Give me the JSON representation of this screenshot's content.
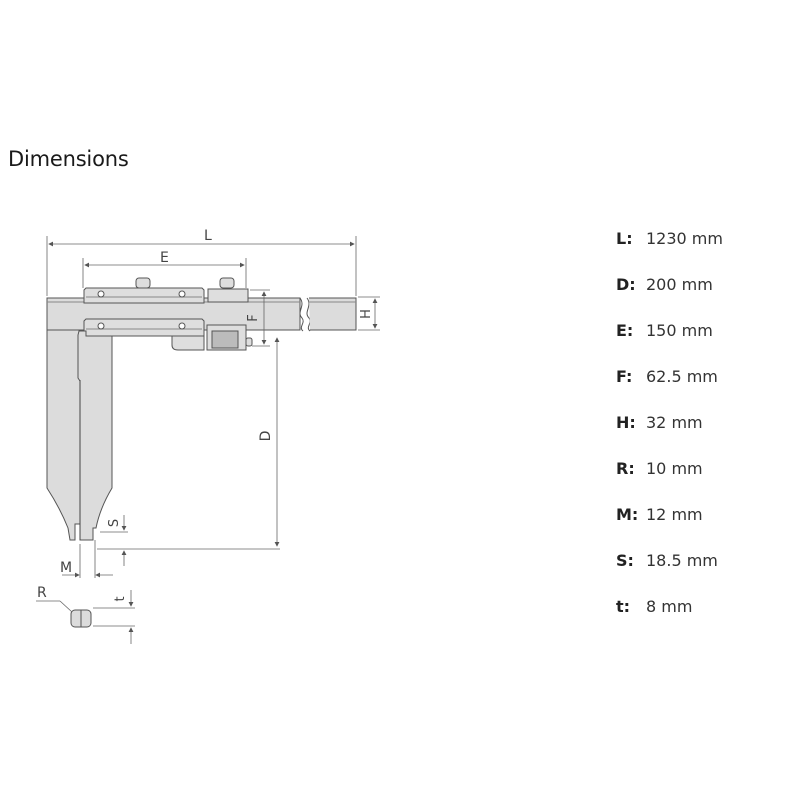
{
  "header": {
    "title": "Dimensions"
  },
  "diagram": {
    "labels": {
      "L": "L",
      "E": "E",
      "F": "F",
      "H": "H",
      "D": "D",
      "S": "S",
      "M": "M",
      "R": "R",
      "t": "t"
    },
    "colors": {
      "body_fill": "#dcdcdc",
      "outline": "#555555",
      "dim_line": "#666666"
    }
  },
  "specs": [
    {
      "key": "L:",
      "value": "1230 mm"
    },
    {
      "key": "D:",
      "value": "200 mm"
    },
    {
      "key": "E:",
      "value": "150 mm"
    },
    {
      "key": "F:",
      "value": "62.5 mm"
    },
    {
      "key": "H:",
      "value": "32 mm"
    },
    {
      "key": "R:",
      "value": "10 mm"
    },
    {
      "key": "M:",
      "value": "12 mm"
    },
    {
      "key": "S:",
      "value": "18.5 mm"
    },
    {
      "key": "t:",
      "value": "8 mm"
    }
  ]
}
